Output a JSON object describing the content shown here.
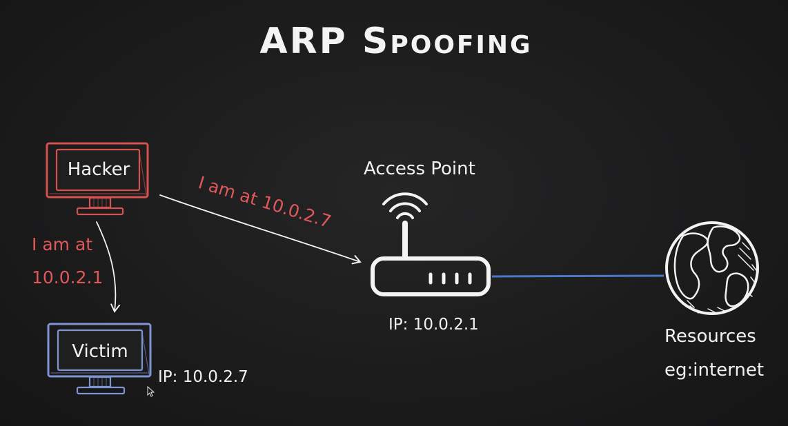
{
  "title": "ARP Spoofing",
  "nodes": {
    "hacker": {
      "label": "Hacker",
      "color": "#d4524f"
    },
    "victim": {
      "label": "Victim",
      "ip": "IP: 10.0.2.7",
      "color": "#7f95d2"
    },
    "access_point": {
      "label": "Access Point",
      "ip": "IP: 10.0.2.1"
    },
    "resources": {
      "label_line1": "Resources",
      "label_line2": "eg:internet"
    }
  },
  "messages": {
    "to_victim_line1": "I am at",
    "to_victim_line2": "10.0.2.1",
    "to_router": "I am at 10.0.2.7"
  },
  "colors": {
    "background": "#1c1c1d",
    "message_red": "#e0585a",
    "link_blue": "#4a78c8",
    "chalk_white": "#f2f2f2"
  }
}
